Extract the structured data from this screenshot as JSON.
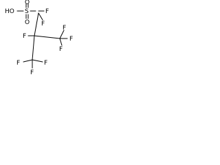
{
  "molecule": {
    "bonds_color": "#000000",
    "labels": {
      "sulfonic_oh": "HO",
      "sulfur": "S",
      "oxygen_top": "O",
      "oxygen_bottom": "O",
      "f_c1_right": "F",
      "f_c1_lower": "F",
      "f_c2_left": "F",
      "f_cf3a_top": "F",
      "f_cf3a_right": "F",
      "f_cf3a_bottom": "F",
      "f_cf3b_left": "F",
      "f_cf3b_right": "F",
      "f_cf3b_bottom": "F"
    }
  }
}
